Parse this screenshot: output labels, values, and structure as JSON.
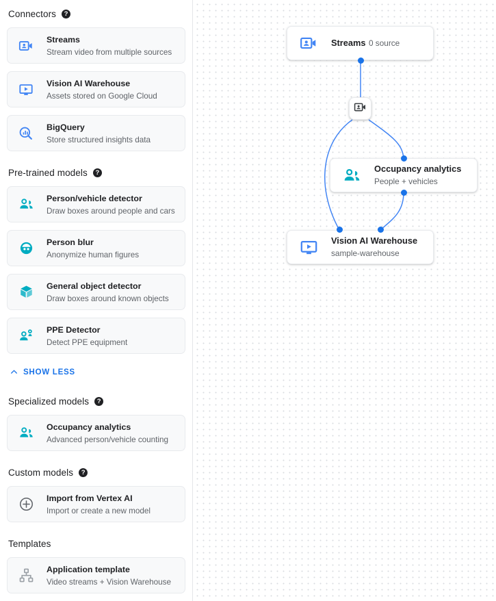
{
  "sidebar": {
    "sections": [
      {
        "title": "Connectors",
        "help": "?",
        "items": [
          {
            "title": "Streams",
            "sub": "Stream video from multiple sources",
            "icon": "video-camera-icon",
            "color": "#4285f4"
          },
          {
            "title": "Vision AI Warehouse",
            "sub": "Assets stored on Google Cloud",
            "icon": "monitor-play-icon",
            "color": "#4285f4"
          },
          {
            "title": "BigQuery",
            "sub": "Store structured insights data",
            "icon": "bigquery-search-icon",
            "color": "#4285f4"
          }
        ]
      },
      {
        "title": "Pre-trained models",
        "help": "?",
        "items": [
          {
            "title": "Person/vehicle detector",
            "sub": "Draw boxes around people and cars",
            "icon": "people-icon",
            "color": "#00acc1"
          },
          {
            "title": "Person blur",
            "sub": "Anonymize human figures",
            "icon": "face-blur-icon",
            "color": "#00acc1"
          },
          {
            "title": "General object detector",
            "sub": "Draw boxes around known objects",
            "icon": "cube-icon",
            "color": "#00acc1"
          },
          {
            "title": "PPE Detector",
            "sub": "Detect PPE equipment",
            "icon": "ppe-person-icon",
            "color": "#00acc1"
          }
        ]
      },
      {
        "title": "Specialized models",
        "help": "?",
        "items": [
          {
            "title": "Occupancy analytics",
            "sub": "Advanced person/vehicle counting",
            "icon": "people-icon",
            "color": "#00acc1"
          }
        ]
      },
      {
        "title": "Custom models",
        "help": "?",
        "items": [
          {
            "title": "Import from Vertex AI",
            "sub": "Import or create a new model",
            "icon": "plus-circle-icon",
            "color": "#5f6368"
          }
        ]
      },
      {
        "title": "Templates",
        "help": "",
        "items": [
          {
            "title": "Application template",
            "sub": "Video streams + Vision Warehouse",
            "icon": "hierarchy-icon",
            "color": "#9aa0a6"
          }
        ]
      }
    ],
    "show_less_label": "SHOW LESS"
  },
  "canvas": {
    "nodes": [
      {
        "id": "streams",
        "title": "Streams",
        "sub": "0 source",
        "icon": "video-camera-icon",
        "color": "#4285f4"
      },
      {
        "id": "occupancy",
        "title": "Occupancy analytics",
        "sub": "People + vehicles",
        "icon": "people-icon",
        "color": "#00acc1"
      },
      {
        "id": "warehouse",
        "title": "Vision AI Warehouse",
        "sub": "sample-warehouse",
        "icon": "monitor-play-icon",
        "color": "#4285f4"
      }
    ],
    "mini_node": {
      "icon": "video-camera-icon",
      "color": "#3c4043"
    },
    "edge_color": "#4285f4",
    "port_color": "#1a73e8"
  }
}
